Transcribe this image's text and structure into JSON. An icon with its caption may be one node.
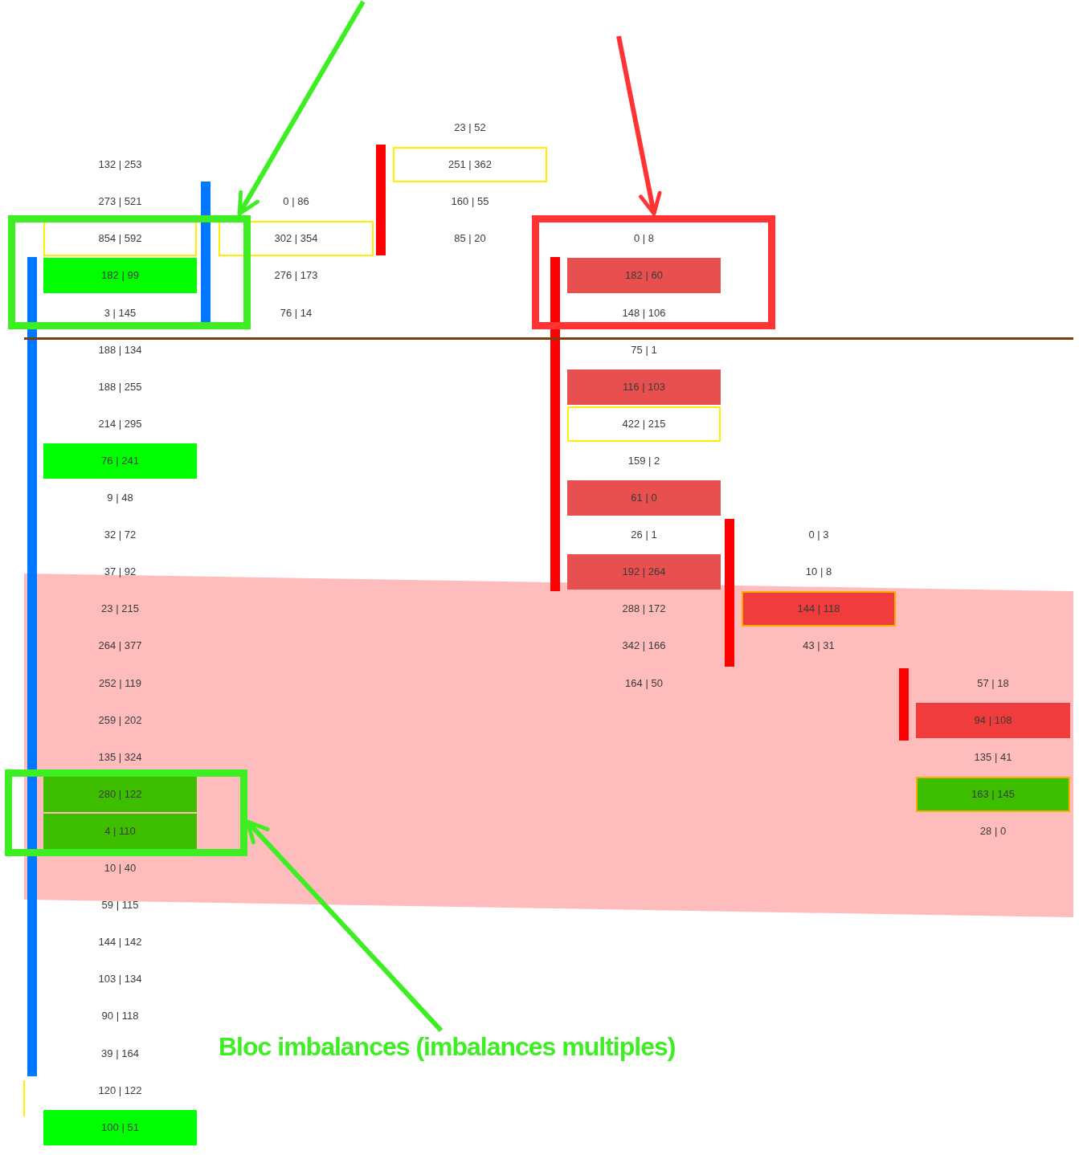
{
  "diagram": {
    "nodes": [
      {
        "text": [],
        "shape": "box"
      },
      {
        "text": [],
        "shape": "box"
      },
      {
        "text": [],
        "shape": "box"
      },
      {
        "text": [
          "Bloc imbalances (imbalances multiples)"
        ]
      }
    ],
    "edges": [
      {
        "from": null,
        "to": 0,
        "arrow": "to"
      },
      {
        "from": null,
        "to": 1,
        "arrow": "to",
        "color": "#ff3333"
      },
      {
        "from": 3,
        "to": 2,
        "arrow": "to"
      }
    ],
    "labels": [
      "23 | 52",
      "132 | 253",
      "251 | 362",
      "273 | 521",
      "0 | 86",
      "160 | 55",
      "854 | 592",
      "302 | 354",
      "85 | 20",
      "0 | 8",
      "182 | 99",
      "276 | 173",
      "182 | 60",
      "3 | 145",
      "76 | 14",
      "148 | 106",
      "188 | 134",
      "75 | 1",
      "188 | 255",
      "116 | 103",
      "214 | 295",
      "422 | 215",
      "76 | 241",
      "159 | 2",
      "9 | 48",
      "61 | 0",
      "32 | 72",
      "26 | 1",
      "0 | 3",
      "37 | 92",
      "192 | 264",
      "10 | 8",
      "23 | 215",
      "288 | 172",
      "144 | 118",
      "264 | 377",
      "342 | 166",
      "43 | 31",
      "252 | 119",
      "164 | 50",
      "57 | 18",
      "259 | 202",
      "94 | 108",
      "135 | 324",
      "135 | 41",
      "280 | 122",
      "163 | 145",
      "4 | 110",
      "28 | 0",
      "10 | 40",
      "59 | 115",
      "144 | 142",
      "103 | 134",
      "90 | 118",
      "39 | 164",
      "120 | 122",
      "100 | 51"
    ]
  }
}
